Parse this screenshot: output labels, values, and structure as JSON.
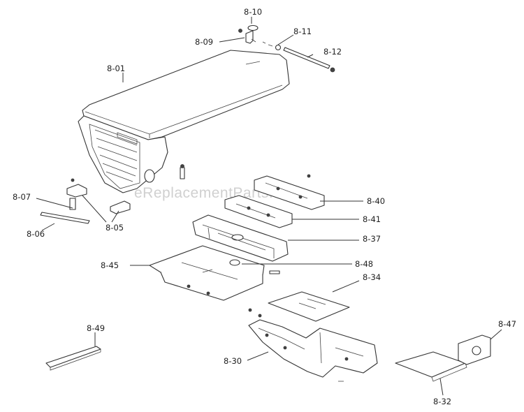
{
  "watermark": "eReplacementParts.com",
  "labels": {
    "p801": "8-01",
    "p805": "8-05",
    "p806": "8-06",
    "p807": "8-07",
    "p809": "8-09",
    "p810": "8-10",
    "p811": "8-11",
    "p812": "8-12",
    "p830": "8-30",
    "p832": "8-32",
    "p834": "8-34",
    "p837": "8-37",
    "p840": "8-40",
    "p841": "8-41",
    "p845": "8-45",
    "p847": "8-47",
    "p848": "8-48",
    "p849": "8-49"
  }
}
